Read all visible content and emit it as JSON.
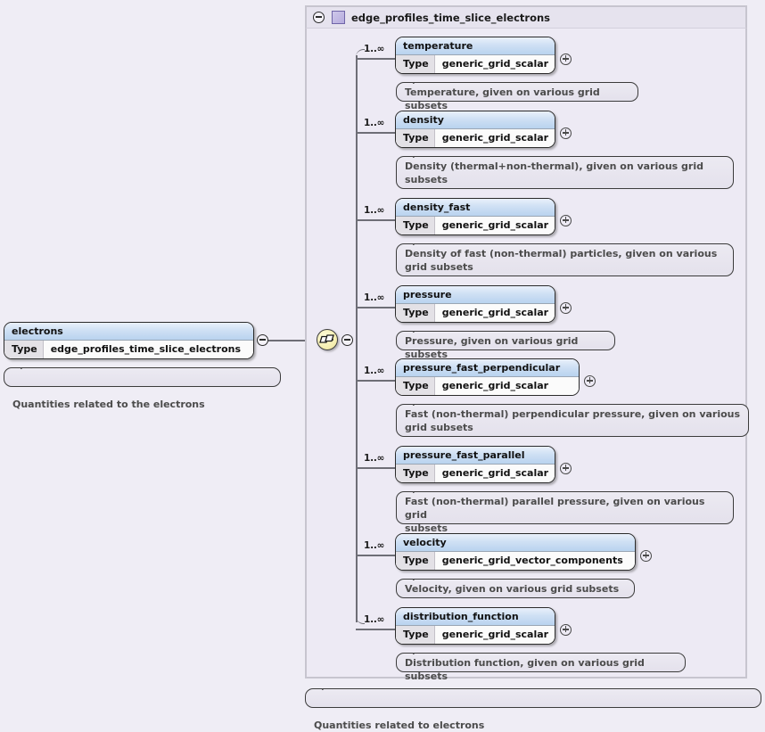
{
  "colors": {
    "page_background": "#efedf5",
    "container_background": "#edeaf4",
    "container_border": "#c7c5cf",
    "node_header_gradient_top": "#e9f0fb",
    "node_header_gradient_bottom": "#b9d3ef",
    "annotation_background": "#e8e5f0",
    "sequence_node_fill": "#f6f0b4",
    "connector_line": "#6e6e76",
    "complextype_icon": "#b5abdd"
  },
  "root_element": {
    "name": "electrons",
    "type_label": "Type",
    "type_value": "edge_profiles_time_slice_electrons",
    "annotation": "Quantities related to the electrons",
    "collapse_icon": "minus-circle-icon"
  },
  "container": {
    "toggle_icon": "minus-circle-icon",
    "type_icon": "complextype-square-icon",
    "title": "edge_profiles_time_slice_electrons",
    "footer_annotation": "Quantities related to electrons"
  },
  "compositor": {
    "kind": "sequence",
    "icon": "sequence-icon",
    "toggle_icon": "minus-circle-icon"
  },
  "children": [
    {
      "name": "temperature",
      "occurs": "1..∞",
      "type_label": "Type",
      "type_value": "generic_grid_scalar",
      "expand_icon": "plus-circle-icon",
      "annotation": "Temperature, given on various grid subsets"
    },
    {
      "name": "density",
      "occurs": "1..∞",
      "type_label": "Type",
      "type_value": "generic_grid_scalar",
      "expand_icon": "plus-circle-icon",
      "annotation": "Density (thermal+non-thermal), given on various grid\nsubsets"
    },
    {
      "name": "density_fast",
      "occurs": "1..∞",
      "type_label": "Type",
      "type_value": "generic_grid_scalar",
      "expand_icon": "plus-circle-icon",
      "annotation": "Density of fast (non-thermal) particles, given on various\ngrid subsets"
    },
    {
      "name": "pressure",
      "occurs": "1..∞",
      "type_label": "Type",
      "type_value": "generic_grid_scalar",
      "expand_icon": "plus-circle-icon",
      "annotation": "Pressure, given on various grid subsets"
    },
    {
      "name": "pressure_fast_perpendicular",
      "occurs": "1..∞",
      "type_label": "Type",
      "type_value": "generic_grid_scalar",
      "expand_icon": "plus-circle-icon",
      "annotation": "Fast (non-thermal) perpendicular pressure, given on various\ngrid subsets"
    },
    {
      "name": "pressure_fast_parallel",
      "occurs": "1..∞",
      "type_label": "Type",
      "type_value": "generic_grid_scalar",
      "expand_icon": "plus-circle-icon",
      "annotation": "Fast (non-thermal) parallel pressure, given on various grid\nsubsets"
    },
    {
      "name": "velocity",
      "occurs": "1..∞",
      "type_label": "Type",
      "type_value": "generic_grid_vector_components",
      "expand_icon": "plus-circle-icon",
      "annotation": "Velocity, given on various grid subsets"
    },
    {
      "name": "distribution_function",
      "occurs": "1..∞",
      "type_label": "Type",
      "type_value": "generic_grid_scalar",
      "expand_icon": "plus-circle-icon",
      "annotation": "Distribution function, given on various grid subsets"
    }
  ]
}
